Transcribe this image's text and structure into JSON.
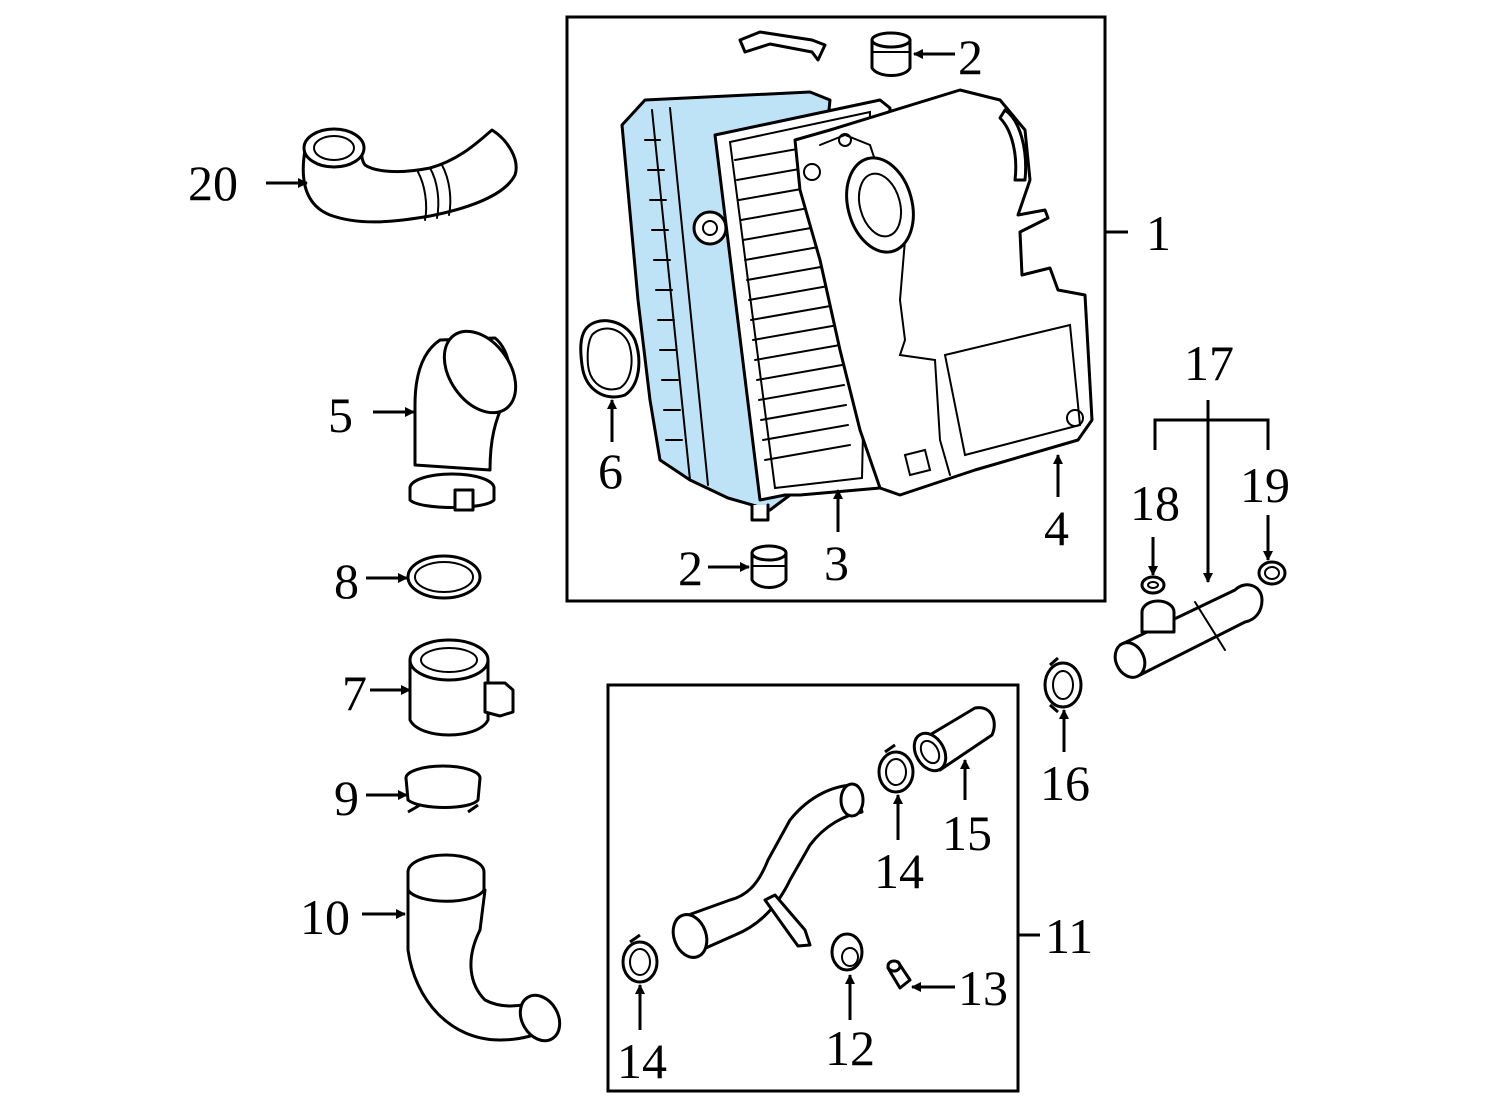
{
  "colors": {
    "highlight": "#bfe3f6",
    "ink": "#000000",
    "background": "#ffffff"
  },
  "labels": [
    {
      "key": "c1",
      "text": "1"
    },
    {
      "key": "c2a",
      "text": "2"
    },
    {
      "key": "c2b",
      "text": "2"
    },
    {
      "key": "c3",
      "text": "3"
    },
    {
      "key": "c4",
      "text": "4"
    },
    {
      "key": "c5",
      "text": "5"
    },
    {
      "key": "c6",
      "text": "6"
    },
    {
      "key": "c7",
      "text": "7"
    },
    {
      "key": "c8",
      "text": "8"
    },
    {
      "key": "c9",
      "text": "9"
    },
    {
      "key": "c10",
      "text": "10"
    },
    {
      "key": "c11",
      "text": "11"
    },
    {
      "key": "c12",
      "text": "12"
    },
    {
      "key": "c13",
      "text": "13"
    },
    {
      "key": "c14a",
      "text": "14"
    },
    {
      "key": "c14b",
      "text": "14"
    },
    {
      "key": "c15",
      "text": "15"
    },
    {
      "key": "c16",
      "text": "16"
    },
    {
      "key": "c17",
      "text": "17"
    },
    {
      "key": "c18",
      "text": "18"
    },
    {
      "key": "c19",
      "text": "19"
    },
    {
      "key": "c20",
      "text": "20"
    }
  ]
}
